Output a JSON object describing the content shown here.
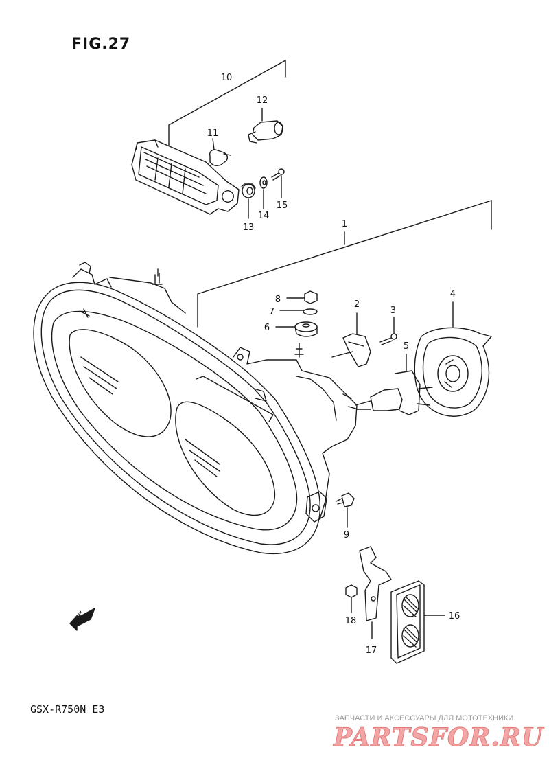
{
  "figure_title": "FIG.27",
  "model_label": "GSX-R750N E3",
  "watermark": {
    "tagline": "ЗАПЧАСТИ И АКСЕССУАРЫ ДЛЯ МОТОТЕХНИКИ",
    "logo": "PARTSFOR.RU"
  },
  "direction_label": "FWD",
  "colors": {
    "line": "#1a1a1a",
    "watermark": "#e57a7a"
  },
  "callouts": [
    {
      "id": "1",
      "label": "1"
    },
    {
      "id": "2",
      "label": "2"
    },
    {
      "id": "3",
      "label": "3"
    },
    {
      "id": "4",
      "label": "4"
    },
    {
      "id": "5",
      "label": "5"
    },
    {
      "id": "6",
      "label": "6"
    },
    {
      "id": "7",
      "label": "7"
    },
    {
      "id": "8",
      "label": "8"
    },
    {
      "id": "9",
      "label": "9"
    },
    {
      "id": "10",
      "label": "10"
    },
    {
      "id": "11",
      "label": "11"
    },
    {
      "id": "12",
      "label": "12"
    },
    {
      "id": "13",
      "label": "13"
    },
    {
      "id": "14",
      "label": "14"
    },
    {
      "id": "15",
      "label": "15"
    },
    {
      "id": "16",
      "label": "16"
    },
    {
      "id": "17",
      "label": "17"
    },
    {
      "id": "18",
      "label": "18"
    }
  ]
}
